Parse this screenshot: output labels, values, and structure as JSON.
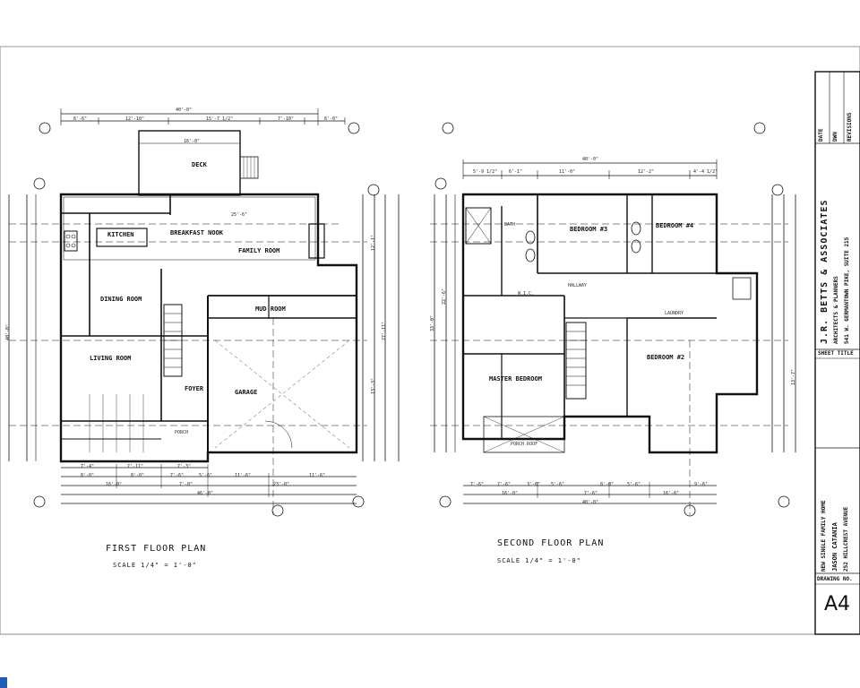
{
  "first_floor": {
    "title": "FIRST FLOOR PLAN",
    "scale": "SCALE 1/4\" = 1'-0\"",
    "rooms": {
      "deck": "DECK",
      "kitchen": "KITCHEN",
      "breakfast_nook": "BREAKFAST NOOK",
      "family_room": "FAMILY ROOM",
      "dining_room": "DINING ROOM",
      "living_room": "LIVING ROOM",
      "foyer": "FOYER",
      "mud_room": "MUD ROOM",
      "garage": "GARAGE",
      "porch": "PORCH"
    },
    "top_dims": [
      "40'-0\"",
      "6'-6\"",
      "12'-10\"",
      "15'-7 1/2\"",
      "7'-10\"",
      "6'-0\"",
      "16'-0\"",
      "25'-6\""
    ],
    "bottom_dims": [
      "7'-4\"",
      "7'-11\"",
      "7'-3\"",
      "8'-0\"",
      "8'-0\"",
      "7'-6\"",
      "5'-6\"",
      "11'-6\"",
      "11'-6\"",
      "16'-0\"",
      "7'-0\"",
      "23'-0\"",
      "46'-0\""
    ],
    "side_dims": [
      "40'-0\"",
      "27'-11\"",
      "13'-3\"",
      "12'-1\""
    ]
  },
  "second_floor": {
    "title": "SECOND FLOOR PLAN",
    "scale": "SCALE 1/4\" = 1'-0\"",
    "rooms": {
      "bedroom3": "BEDROOM #3",
      "bedroom4": "BEDROOM #4",
      "bedroom2": "BEDROOM #2",
      "master": "MASTER BEDROOM",
      "bath": "BATH",
      "hallway": "HALLWAY",
      "wic": "W.I.C.",
      "laundry": "LAUNDRY",
      "porch_roof": "PORCH ROOF"
    },
    "top_dims": [
      "40'-0\"",
      "5'-9 1/2\"",
      "6'-1\"",
      "11'-0\"",
      "12'-2\"",
      "4'-4 1/2\""
    ],
    "bottom_dims": [
      "7'-6\"",
      "7'-6\"",
      "3'-6\"",
      "5'-6\"",
      "8'-0\"",
      "5'-6\"",
      "9'-6\"",
      "16'-0\"",
      "7'-6\"",
      "16'-6\"",
      "40'-0\""
    ],
    "side_dims": [
      "33'-0\"",
      "22'-6\"",
      "13'-7\""
    ]
  },
  "title_block": {
    "firm": "J.R. BETTS & ASSOCIATES",
    "firm_sub": "ARCHITECTS & PLANNERS",
    "address": "541 W. GERMANTOWN PIKE, SUITE 215",
    "sheet_title_label": "SHEET TITLE",
    "project": "NEW SINGLE FAMILY HOME",
    "client": "JASON CATANIA",
    "site": "252 HILLCREST AVENUE",
    "drawing_no_label": "DRAWING NO.",
    "drawing_no": "A4",
    "date_label": "DATE",
    "dwn_label": "DWN",
    "revisions_label": "REVISIONS"
  },
  "colors": {
    "line": "#111111",
    "paper": "#ffffff",
    "badge": "#1e5eb5"
  }
}
